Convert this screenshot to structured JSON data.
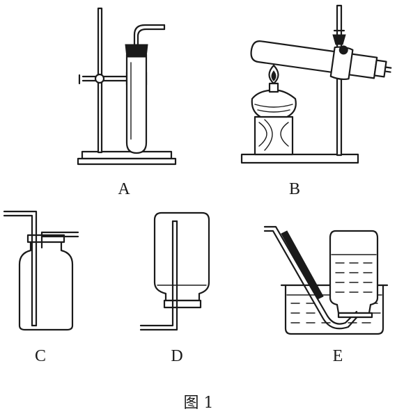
{
  "figure": {
    "caption": "图 1",
    "apparatus": [
      {
        "label": "A"
      },
      {
        "label": "B"
      },
      {
        "label": "C"
      },
      {
        "label": "D"
      },
      {
        "label": "E"
      }
    ]
  }
}
